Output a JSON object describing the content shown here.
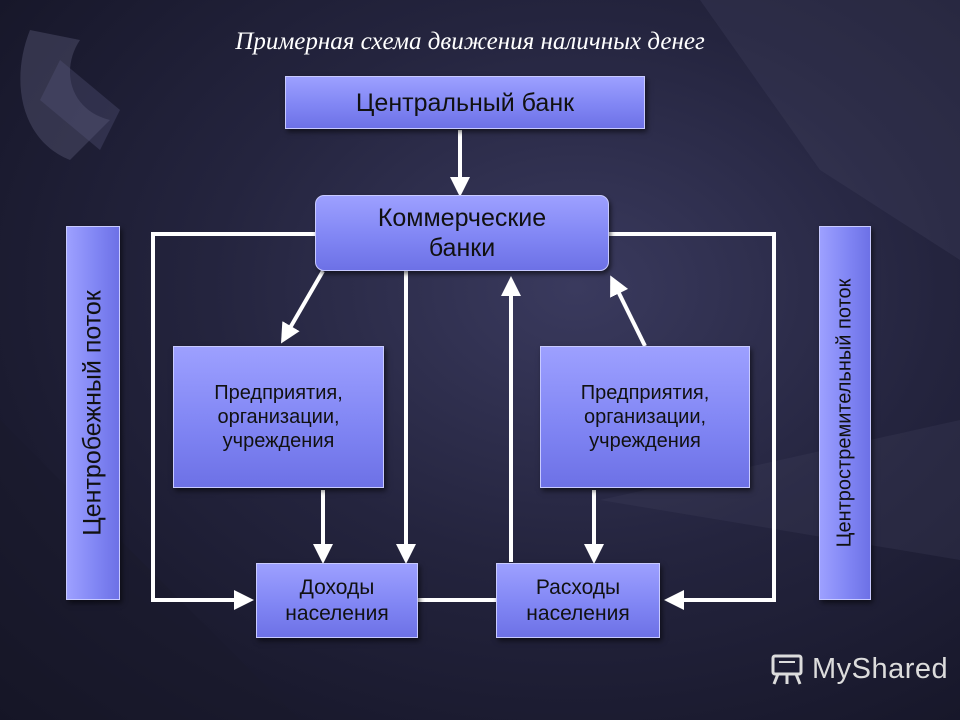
{
  "title": "Примерная схема движения наличных денег",
  "nodes": {
    "central_bank": "Центральный банк",
    "commercial_banks": "Коммерческие банки",
    "enterprises_left": "Предприятия, организации, учреждения",
    "enterprises_right": "Предприятия, организации, учреждения",
    "household_income": "Доходы населения",
    "household_expenses": "Расходы населения"
  },
  "side_labels": {
    "left": "Центробежный поток",
    "right": "Центростремительный поток"
  },
  "logo": {
    "text": "MyShared",
    "icon": "blackboard-icon"
  },
  "colors": {
    "box": "#8186f4",
    "lines": "#ffffff",
    "background": "#24243e"
  }
}
